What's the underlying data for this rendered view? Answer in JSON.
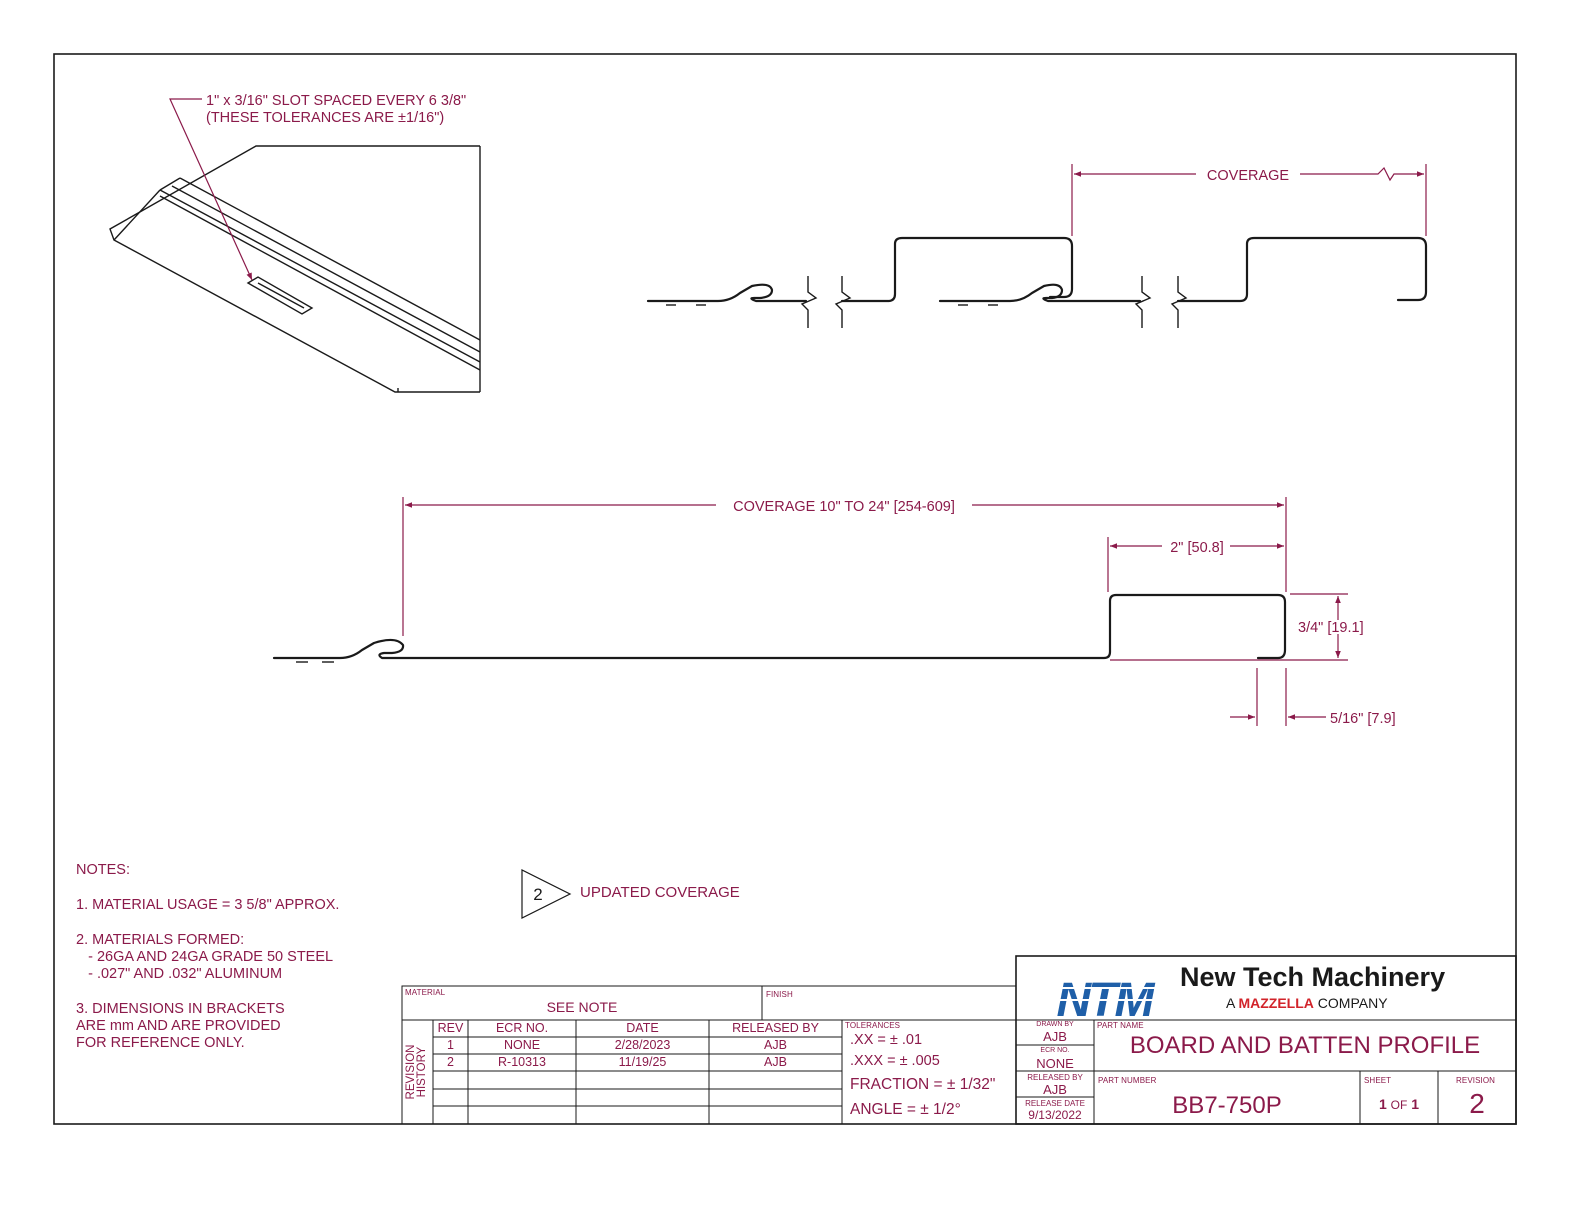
{
  "callouts": {
    "slot_line1": "1\" x 3/16\" SLOT SPACED EVERY 6 3/8\"",
    "slot_line2": "(THESE TOLERANCES ARE ±1/16\")",
    "coverage_top": "COVERAGE",
    "coverage_main": "COVERAGE 10\" TO 24\" [254-609]",
    "dim_width": "2\" [50.8]",
    "dim_height": "3/4\" [19.1]",
    "dim_hem": "5/16\" [7.9]"
  },
  "notes": {
    "title": "NOTES:",
    "note1": "1. MATERIAL USAGE = 3 5/8\" APPROX.",
    "note2_head": "2. MATERIALS FORMED:",
    "note2_a": "   - 26GA AND 24GA GRADE 50 STEEL",
    "note2_b": "   - .027\" AND .032\" ALUMINUM",
    "note3_l1": "3. DIMENSIONS IN BRACKETS",
    "note3_l2": "ARE mm AND ARE PROVIDED",
    "note3_l3": "FOR REFERENCE ONLY."
  },
  "revision_callout": {
    "number": "2",
    "text": "UPDATED COVERAGE"
  },
  "title_block": {
    "material_label": "MATERIAL",
    "material_value": "SEE NOTE",
    "finish_label": "FINISH",
    "revision_history_label": "REVISION HISTORY",
    "rev_headers": [
      "REV",
      "ECR NO.",
      "DATE",
      "RELEASED BY"
    ],
    "rev_rows": [
      [
        "1",
        "NONE",
        "2/28/2023",
        "AJB"
      ],
      [
        "2",
        "R-10313",
        "11/19/25",
        "AJB"
      ]
    ],
    "tolerances_label": "TOLERANCES",
    "tol_xx": ".XX = ± .01",
    "tol_xxx": ".XXX = ± .005",
    "tol_fraction": "FRACTION = ± 1/32\"",
    "tol_angle": "ANGLE = ± 1/2°",
    "drawn_by_label": "DRAWN BY",
    "drawn_by": "AJB",
    "ecr_label": "ECR NO.",
    "ecr": "NONE",
    "released_by_label": "RELEASED BY",
    "released_by": "AJB",
    "release_date_label": "RELEASE DATE",
    "release_date": "9/13/2022",
    "company_logo": "NTM",
    "company_name": "New Tech Machinery",
    "company_sub_a": "A",
    "company_sub_brand": "MAZZELLA",
    "company_sub_b": "COMPANY",
    "part_name_label": "PART NAME",
    "part_name": "BOARD AND BATTEN PROFILE",
    "part_number_label": "PART NUMBER",
    "part_number": "BB7-750P",
    "sheet_label": "SHEET",
    "sheet_num": "1",
    "sheet_of": "OF",
    "sheet_total": "1",
    "revision_label": "REVISION",
    "revision": "2"
  },
  "colors": {
    "annotation": "#8b1a4a",
    "linework": "#1a1a1a",
    "brand_blue": "#1f5fa8",
    "brand_red": "#d2232a"
  }
}
